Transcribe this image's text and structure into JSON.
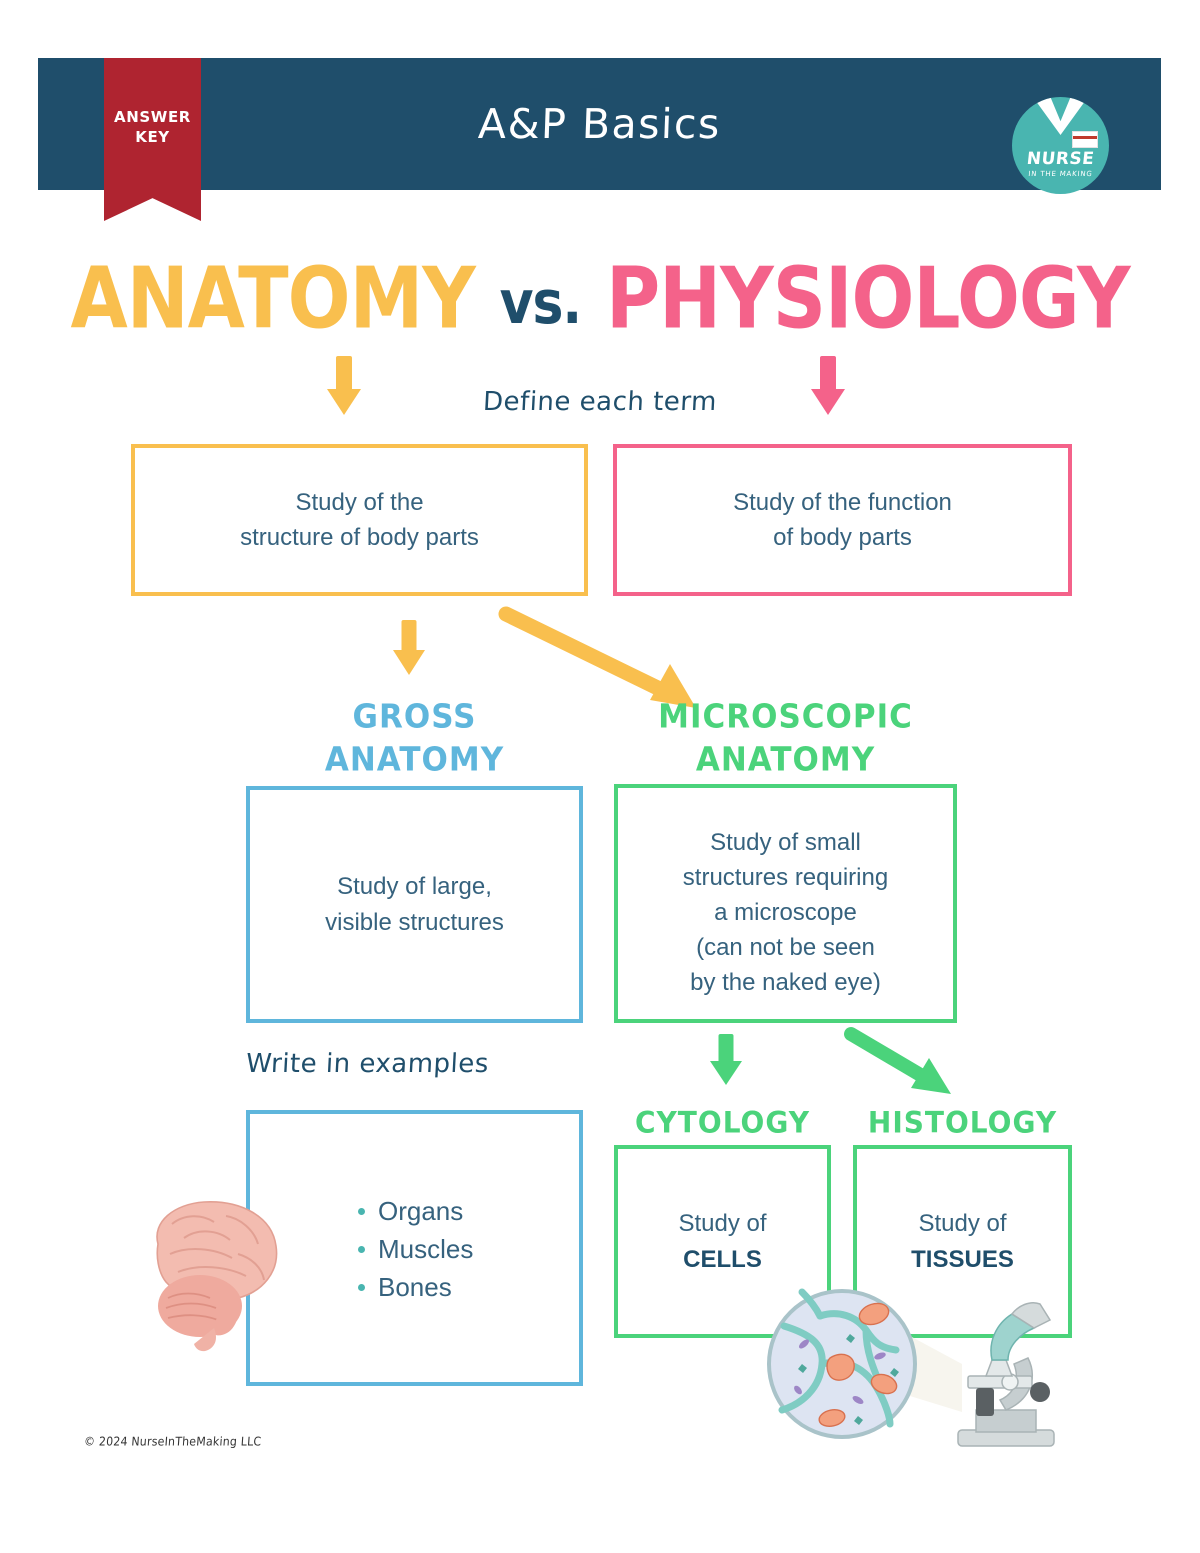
{
  "header": {
    "title": "A&P Basics",
    "ribbon": {
      "line1": "ANSWER",
      "line2": "KEY"
    },
    "logo": {
      "name": "NURSE",
      "subtitle": "IN THE MAKING"
    },
    "bar_color": "#1F4E6B",
    "ribbon_color": "#AF2430",
    "logo_color": "#49B5B0"
  },
  "title": {
    "anatomy": "ANATOMY",
    "vs": "vs.",
    "physiology": "PHYSIOLOGY",
    "anatomy_color": "#F9BF4E",
    "vs_color": "#1F4E6B",
    "physiology_color": "#F4628A"
  },
  "prompts": {
    "define": "Define each term",
    "write_examples": "Write in examples"
  },
  "definitions": {
    "anatomy": "Study of the\nstructure of body parts",
    "physiology": "Study of the function\nof body parts"
  },
  "branches": {
    "gross": {
      "heading": "GROSS\nANATOMY",
      "color": "#5FB6DC",
      "definition": "Study of large,\nvisible structures",
      "examples_label": "Write in examples",
      "examples": [
        "Organs",
        "Muscles",
        "Bones"
      ]
    },
    "microscopic": {
      "heading": "MICROSCOPIC\nANATOMY",
      "color": "#4BD37B",
      "definition": "Study of small\nstructures requiring\na microscope\n(can not be seen\nby the naked eye)"
    }
  },
  "sub_branches": [
    {
      "heading": "CYTOLOGY",
      "color": "#4BD37B",
      "text_prefix": "Study of",
      "text_keyword": "CELLS"
    },
    {
      "heading": "HISTOLOGY",
      "color": "#4BD37B",
      "text_prefix": "Study of",
      "text_keyword": "TISSUES"
    }
  ],
  "illustrations": {
    "brain": "brain-illustration",
    "microscope": "microscope-illustration"
  },
  "footer": {
    "copyright": "© 2024 NurseInTheMaking LLC"
  }
}
